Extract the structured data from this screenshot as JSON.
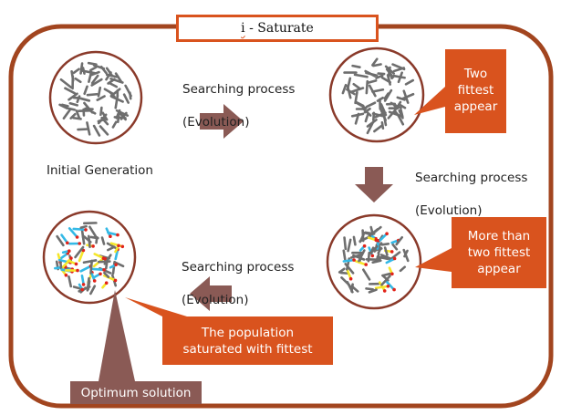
{
  "title": {
    "prefix": "i",
    "rest": " - Saturate"
  },
  "labels": {
    "search_top": {
      "line1": "Searching process",
      "line2": "(Evolution)"
    },
    "search_right": {
      "line1": "Searching process",
      "line2": "(Evolution)"
    },
    "search_bottom": {
      "line1": "Searching process",
      "line2": "(Evolution)"
    },
    "initial_generation": "Initial Generation"
  },
  "callouts": {
    "two_fittest": {
      "line1": "Two",
      "line2": "fittest",
      "line3": "appear"
    },
    "more_than_two": {
      "line1": "More than",
      "line2": "two fittest",
      "line3": "appear"
    },
    "saturated": {
      "line1": "The population",
      "line2": "saturated with fittest"
    },
    "optimum": "Optimum solution"
  },
  "colors": {
    "frame": "#a2451f",
    "accent": "#d9531e",
    "arrow": "#8a5a55",
    "chromosome": "#6e6e6e",
    "fittest_yellow": "#f5e62a",
    "fittest_red": "#e2231a",
    "fittest_cyan": "#34b9e6"
  }
}
